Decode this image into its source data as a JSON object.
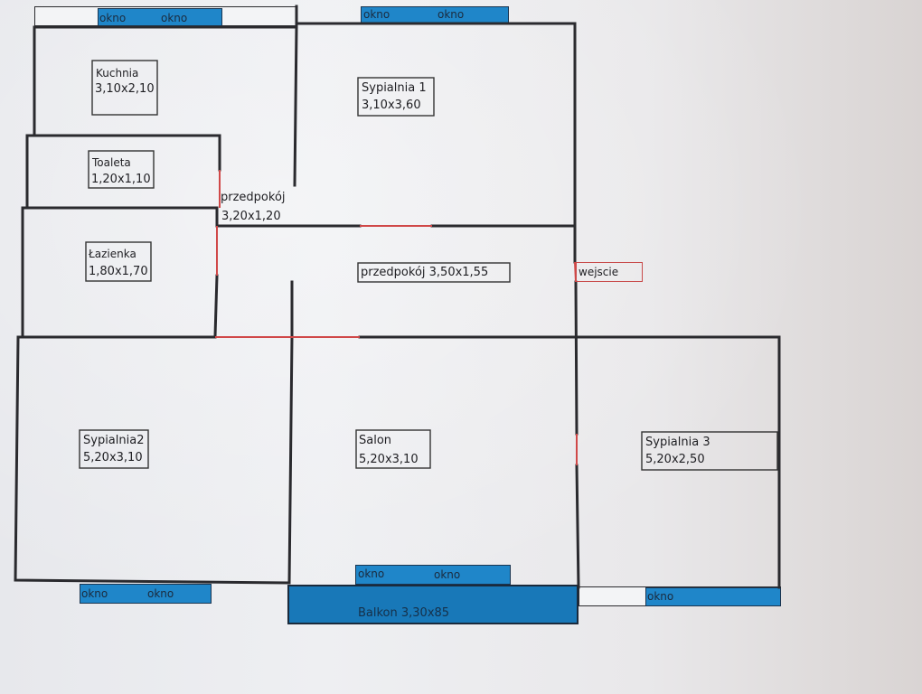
{
  "rooms": {
    "kuchnia": {
      "name": "Kuchnia",
      "size": "3,10x2,10"
    },
    "toaleta": {
      "name": "Toaleta",
      "size": "1,20x1,10"
    },
    "lazienka": {
      "name": "Łazienka",
      "size": "1,80x1,70"
    },
    "przedpokoj_small": {
      "name": "przedpokój",
      "size": "3,20x1,20"
    },
    "sypialnia1": {
      "name": "Sypialnia 1",
      "size": "3,10x3,60"
    },
    "przedpokoj_main": {
      "label": "przedpokój 3,50x1,55"
    },
    "sypialnia2": {
      "name": "Sypialnia2",
      "size": "5,20x3,10"
    },
    "salon": {
      "name": "Salon",
      "size": "5,20x3,10"
    },
    "sypialnia3": {
      "name": "Sypialnia 3",
      "size": "5,20x2,50"
    }
  },
  "entrance": {
    "label": "wejscie"
  },
  "balcony": {
    "label": "Balkon 3,30x85"
  },
  "window_label": "okno",
  "colors": {
    "window": "#1f86c9",
    "balcony": "#1878b8",
    "wall": "#2a2a2e",
    "door": "#d04848"
  }
}
